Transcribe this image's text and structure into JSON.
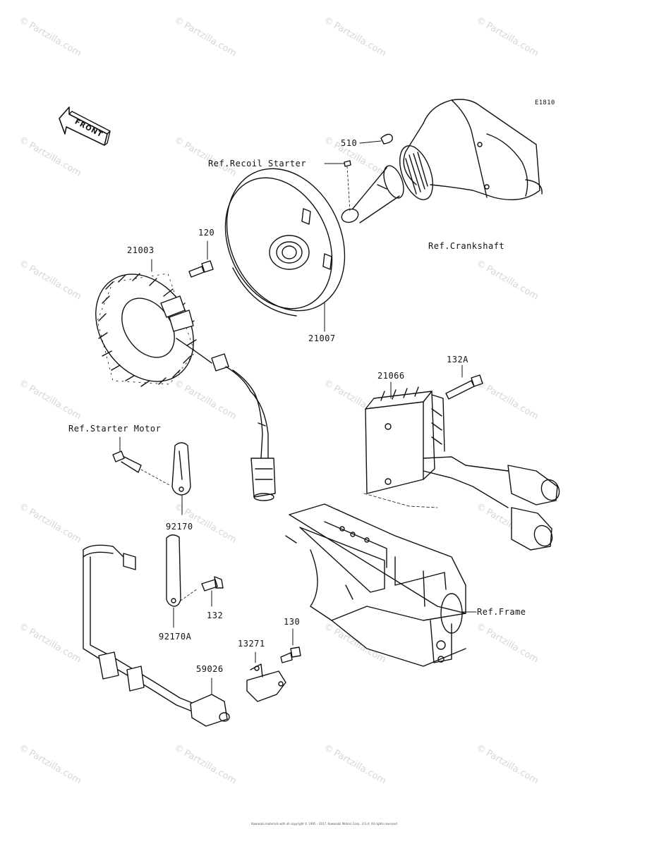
{
  "diagram_code": "E1810",
  "front_label": "FRONT",
  "labels": {
    "p510": "510",
    "ref_recoil_starter": "Ref.Recoil Starter",
    "ref_crankshaft": "Ref.Crankshaft",
    "p120": "120",
    "p21003": "21003",
    "p21007": "21007",
    "p21066": "21066",
    "p132a": "132A",
    "ref_starter_motor": "Ref.Starter Motor",
    "p92170": "92170",
    "p132": "132",
    "p92170a": "92170A",
    "p130": "130",
    "p13271": "13271",
    "p59026": "59026",
    "ref_frame": "Ref.Frame"
  },
  "watermark": "Partzilla.com",
  "copyright": "Kawasaki materials with all copyright © 1995 – 2017, Kawasaki Motors Corp., U.S.A. All rights reserved."
}
